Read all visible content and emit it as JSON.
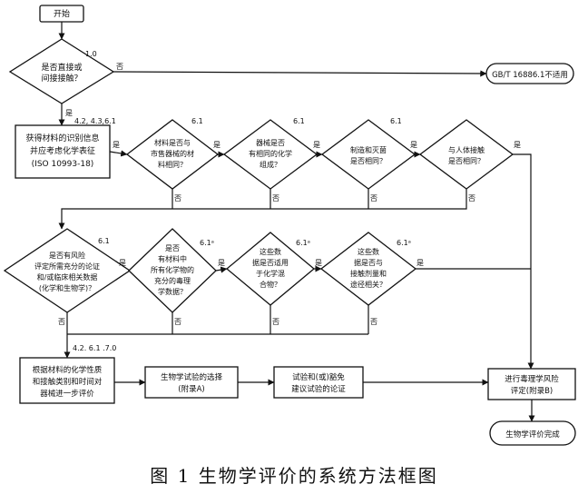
{
  "nodes": {
    "start": "开始",
    "q_contact": [
      "是否直接或",
      "间接接触？"
    ],
    "not_applicable": "GB/T 16886.1不适用",
    "obtain_info": [
      "获得材料的识别信息",
      "并应考虑化学表征",
      "(ISO 10993-18)"
    ],
    "q_material_same": [
      "材料是否与",
      "市售器械的材",
      "料相同？"
    ],
    "q_same_chem": [
      "器械是否",
      "有相同的化学",
      "组成？"
    ],
    "q_manufacture": [
      "制造和灭菌",
      "是否相同？"
    ],
    "q_body_contact": [
      "与人体接触",
      "是否相同？"
    ],
    "q_risk": [
      "是否有风险",
      "评定所需充分的论证",
      "和/或临床相关数据",
      "(化学和生物学)？"
    ],
    "q_tox_data": [
      "是否",
      "有材料中",
      "所有化学物的",
      "充分的毒理",
      "学数据？"
    ],
    "q_data_applicable": [
      "这些数",
      "据是否适用",
      "于化学混",
      "合物？"
    ],
    "q_exposure": [
      "这些数",
      "据是否与",
      "接触剂量和",
      "途径相关？"
    ],
    "further_eval": [
      "根据材料的化学性质",
      "和接触类别和时间对",
      "器械进一步评价"
    ],
    "select_tests": [
      "生物学试验的选择",
      "(附录A)"
    ],
    "test_justification": [
      "试验和(或)豁免",
      "建议试验的论证"
    ],
    "risk_assessment": [
      "进行毒理学风险",
      "评定(附录B)"
    ],
    "complete": "生物学评价完成"
  },
  "labels": {
    "yes": "是",
    "no": "否",
    "ref_1_0": "1.0",
    "ref_4_2": "4.2, 4.3,6.1",
    "ref_6_1": "6.1",
    "ref_6_1a": "6.1ᵃ",
    "ref_4_2b": "4.2. 6.1 .7.0"
  },
  "caption": "图 1  生物学评价的系统方法框图"
}
